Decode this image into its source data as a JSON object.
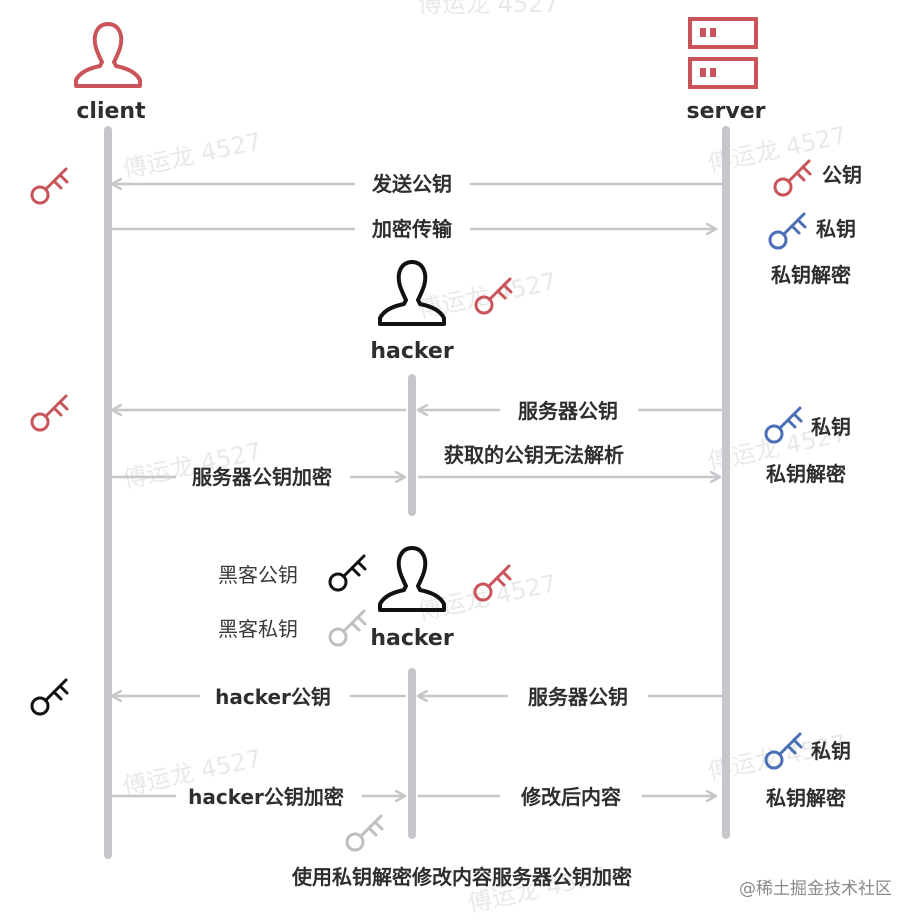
{
  "actors": {
    "client": "client",
    "server": "server",
    "hacker1": "hacker",
    "hacker2": "hacker"
  },
  "messages": {
    "send_public_key": "发送公钥",
    "encrypt_transfer": "加密传输",
    "server_public_key_1": "服务器公钥",
    "cannot_decrypt": "获取的公钥无法解析",
    "server_key_encrypt": "服务器公钥加密",
    "hacker_public_key": "hacker公钥",
    "server_public_key_2": "服务器公钥",
    "hacker_key_encrypt": "hacker公钥加密",
    "modified_content": "修改后内容"
  },
  "notes": {
    "public_key": "公钥",
    "private_key_1": "私钥",
    "private_decrypt_1": "私钥解密",
    "private_key_2": "私钥",
    "private_decrypt_2": "私钥解密",
    "private_key_3": "私钥",
    "private_decrypt_3": "私钥解密",
    "hacker_public_key_label": "黑客公钥",
    "hacker_private_key_label": "黑客私钥",
    "bottom_caption": "使用私钥解密修改内容服务器公钥加密"
  },
  "watermark": {
    "text": "傅运龙 4527",
    "footer": "@稀土掘金技术社区"
  },
  "colors": {
    "red": "#c9555a",
    "blue": "#4a6fb5",
    "black": "#111111",
    "gray": "#bfbfbf",
    "lifeline": "#c5c7ca",
    "arrow": "#c5c7ca"
  },
  "icons": {
    "client": "person-icon",
    "server": "server-icon",
    "hacker": "person-icon",
    "key": "key-icon"
  }
}
